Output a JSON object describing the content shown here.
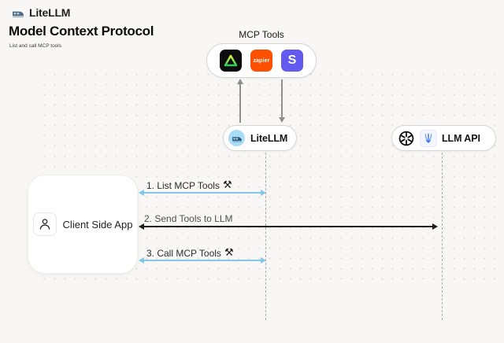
{
  "header": {
    "brand": "LiteLLM",
    "title": "Model Context Protocol",
    "subtitle": "List and call MCP tools"
  },
  "mcp": {
    "label": "MCP Tools",
    "tools": [
      "green-triangle-tool",
      "zapier",
      "stripe"
    ],
    "zapier_text": "zapier",
    "stripe_text": "S"
  },
  "nodes": {
    "litellm": {
      "label": "LiteLLM",
      "icon": "litellm-train-icon"
    },
    "llm_api": {
      "label": "LLM API",
      "icons": [
        "openai-icon",
        "blue-model-icon"
      ]
    },
    "client": {
      "label": "Client Side App",
      "icon": "person-icon"
    }
  },
  "messages": {
    "m1": {
      "label": "1. List MCP Tools",
      "icon_glyph": "⚒",
      "arrow": "double-headed-blue"
    },
    "m2": {
      "label": "2. Send Tools to LLM",
      "arrow": "double-headed-black"
    },
    "m3": {
      "label": "3. Call MCP Tools",
      "icon_glyph": "⚒",
      "arrow": "double-headed-blue"
    }
  },
  "colors": {
    "background": "#f8f7f5",
    "accent_blue_arrow": "#82c7ec",
    "black_arrow": "#1c1c1c",
    "zapier_orange": "#ff4f00",
    "stripe_purple": "#635bf0",
    "triangle_green": "#2fcb5a",
    "lifeline_gray": "#ababab"
  }
}
